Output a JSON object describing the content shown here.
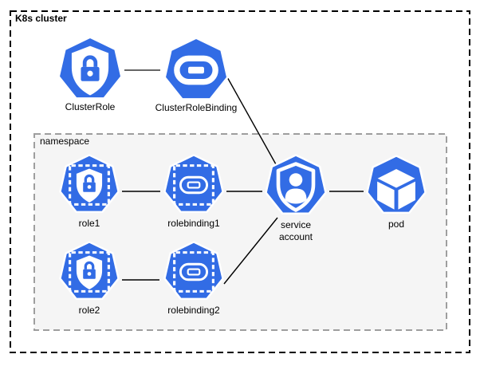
{
  "diagram": {
    "cluster": {
      "label": "K8s cluster"
    },
    "namespace": {
      "label": "namespace"
    },
    "nodes": [
      {
        "id": "clusterrole",
        "label": "ClusterRole",
        "icon": "shield-lock-icon",
        "scope": "cluster"
      },
      {
        "id": "clusterrolebinding",
        "label": "ClusterRoleBinding",
        "icon": "chain-link-icon",
        "scope": "cluster"
      },
      {
        "id": "role1",
        "label": "role1",
        "icon": "namespaced-shield-lock-icon",
        "scope": "namespace"
      },
      {
        "id": "rolebinding1",
        "label": "rolebinding1",
        "icon": "namespaced-chain-link-icon",
        "scope": "namespace"
      },
      {
        "id": "role2",
        "label": "role2",
        "icon": "namespaced-shield-lock-icon",
        "scope": "namespace"
      },
      {
        "id": "rolebinding2",
        "label": "rolebinding2",
        "icon": "namespaced-chain-link-icon",
        "scope": "namespace"
      },
      {
        "id": "service-account",
        "label": "service account",
        "icon": "user-shield-icon",
        "scope": "namespace"
      },
      {
        "id": "pod",
        "label": "pod",
        "icon": "cube-icon",
        "scope": "namespace"
      }
    ],
    "edges": [
      {
        "from": "ClusterRole",
        "to": "ClusterRoleBinding"
      },
      {
        "from": "ClusterRoleBinding",
        "to": "service account"
      },
      {
        "from": "role1",
        "to": "rolebinding1"
      },
      {
        "from": "rolebinding1",
        "to": "service account"
      },
      {
        "from": "role2",
        "to": "rolebinding2"
      },
      {
        "from": "rolebinding2",
        "to": "service account"
      },
      {
        "from": "service account",
        "to": "pod"
      }
    ],
    "colors": {
      "kubernetes_blue": "#326CE5",
      "icon_glyph_white": "#ffffff",
      "cluster_border": "#000000",
      "namespace_border": "#9e9e9e",
      "namespace_fill": "#f5f5f5",
      "edge_black": "#000000",
      "edge_gray": "#666666"
    }
  }
}
